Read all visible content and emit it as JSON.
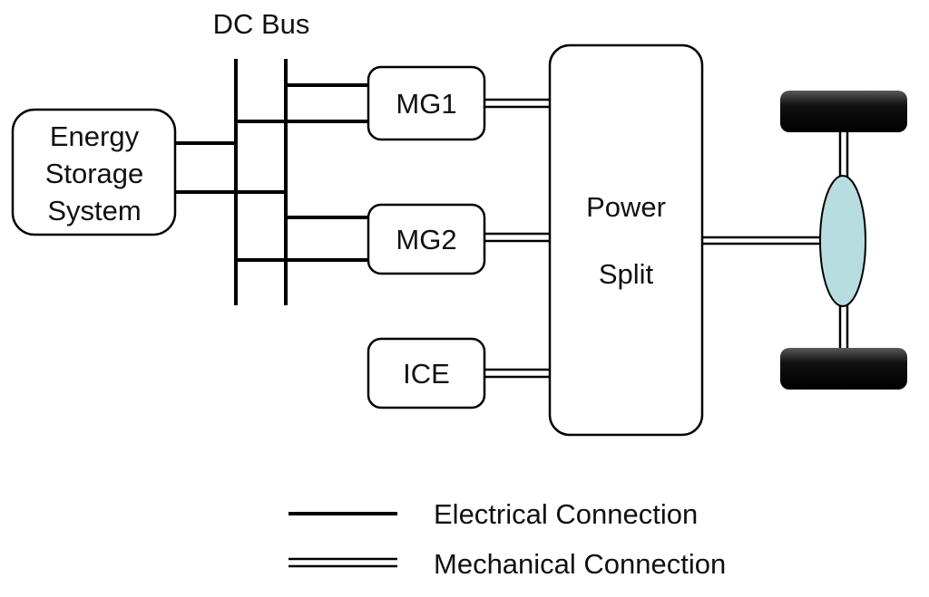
{
  "diagram": {
    "dc_bus_label": "DC Bus",
    "blocks": {
      "energy_storage": [
        "Energy",
        "Storage",
        "System"
      ],
      "mg1": "MG1",
      "mg2": "MG2",
      "ice": "ICE",
      "power_split": [
        "Power",
        "Split"
      ]
    },
    "legend": {
      "electrical": "Electrical Connection",
      "mechanical": "Mechanical Connection"
    }
  },
  "colors": {
    "line": "#000000",
    "differential_fill": "#b8dde1",
    "wheel_fill": "#111111"
  }
}
